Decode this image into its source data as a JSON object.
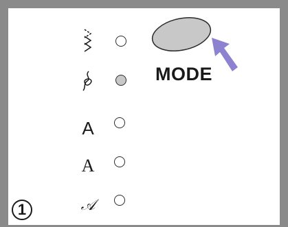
{
  "mode_button": {
    "label": "MODE",
    "fill": "#c8c8c8",
    "stroke": "#2b2b2b"
  },
  "arrow": {
    "color": "#8c82cf"
  },
  "step": {
    "number": "1"
  },
  "stitch_list": [
    {
      "icon": "zigzag-stitch-icon",
      "active": false
    },
    {
      "icon": "decorative-stitch-icon",
      "active": true
    },
    {
      "icon": "sans-serif-letter-icon",
      "char": "A",
      "active": false
    },
    {
      "icon": "serif-letter-icon",
      "char": "A",
      "active": false
    },
    {
      "icon": "script-letter-icon",
      "char": "𝒜",
      "active": false
    }
  ]
}
